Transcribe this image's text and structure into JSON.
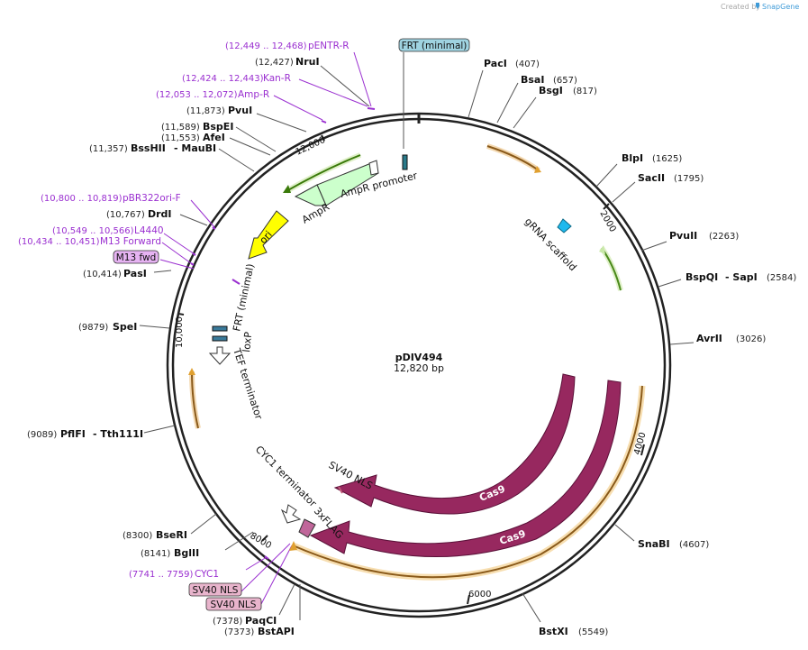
{
  "credit": {
    "prefix": "Created by",
    "brand": "SnapGene"
  },
  "plasmid": {
    "name": "pDIV494",
    "size": "12,820 bp"
  },
  "ticks": [
    "2000",
    "4000",
    "6000",
    "8000",
    "10,000",
    "12,000"
  ],
  "enzymes": {
    "paci": {
      "name": "PacI",
      "pos": "(407)"
    },
    "bsai": {
      "name": "BsaI",
      "pos": "(657)"
    },
    "bsgi": {
      "name": "BsgI",
      "pos": "(817)"
    },
    "blpi": {
      "name": "BlpI",
      "pos": "(1625)"
    },
    "sacii": {
      "name": "SacII",
      "pos": "(1795)"
    },
    "pvuii": {
      "name": "PvuII",
      "pos": "(2263)"
    },
    "bspqi": {
      "name": "BspQI",
      "name2": "- SapI",
      "pos": "(2584)"
    },
    "avrii": {
      "name": "AvrII",
      "pos": "(3026)"
    },
    "snabi": {
      "name": "SnaBI",
      "pos": "(4607)"
    },
    "bstxi": {
      "name": "BstXI",
      "pos": "(5549)"
    },
    "bstapi": {
      "name": "BstAPI",
      "pos": "(7373)"
    },
    "paqci": {
      "name": "PaqCI",
      "pos": "(7378)"
    },
    "bglii": {
      "name": "BglII",
      "pos": "(8141)"
    },
    "bseri": {
      "name": "BseRI",
      "pos": "(8300)"
    },
    "pflfi": {
      "name": "PflFI",
      "name2": "- Tth111I",
      "pos": "(9089)"
    },
    "spei": {
      "name": "SpeI",
      "pos": "(9879)"
    },
    "pasi": {
      "name": "PasI",
      "pos": "(10,414)"
    },
    "drdi": {
      "name": "DrdI",
      "pos": "(10,767)"
    },
    "bsshii": {
      "name": "BssHII",
      "name2": "- MauBI",
      "pos": "(11,357)"
    },
    "afei": {
      "name": "AfeI",
      "pos": "(11,553)"
    },
    "bspei": {
      "name": "BspEI",
      "pos": "(11,589)"
    },
    "pvui": {
      "name": "PvuI",
      "pos": "(11,873)"
    },
    "nrui": {
      "name": "NruI",
      "pos": "(12,427)"
    }
  },
  "primers": {
    "pentr": {
      "range": "(12,449 .. 12,468)",
      "name": "pENTR-R"
    },
    "kan": {
      "range": "(12,424 .. 12,443)",
      "name": "Kan-R"
    },
    "amp": {
      "range": "(12,053 .. 12,072)",
      "name": "Amp-R"
    },
    "pbr": {
      "range": "(10,800 .. 10,819)",
      "name": "pBR322ori-F"
    },
    "l4440": {
      "range": "(10,549 .. 10,566)",
      "name": "L4440"
    },
    "m13": {
      "range": "(10,434 .. 10,451)",
      "name": "M13 Forward"
    },
    "cyc1": {
      "range": "(7741 .. 7759)",
      "name": "CYC1"
    }
  },
  "boxes": {
    "frt_top": "FRT (minimal)",
    "m13fwd": "M13 fwd",
    "sv40a": "SV40 NLS",
    "sv40b": "SV40 NLS"
  },
  "features": {
    "ampr_promoter": "AmpR promoter",
    "ampr": "AmpR",
    "ori": "ori",
    "grna": "gRNA scaffold",
    "frt_min": "FRT (minimal)",
    "loxp": "loxP",
    "tef": "TEF terminator",
    "cyc1_term": "CYC1 terminator",
    "flag": "3xFLAG",
    "sv40nls": "SV40 NLS",
    "cas9_inner": "Cas9",
    "cas9_outer": "Cas9"
  },
  "colors": {
    "primer": "#9a2fd0",
    "cas9": "#97285f",
    "ori": "#ffff00",
    "ampr": "#ccffcc",
    "ampr_promoter": "#ffffff",
    "orf_arrow": "#e0a030",
    "frt_box": "#9fd3e1",
    "sv40_box": "#e8b4cc",
    "m13_box": "#e6b3f2",
    "grna": "#1fb9ee"
  }
}
